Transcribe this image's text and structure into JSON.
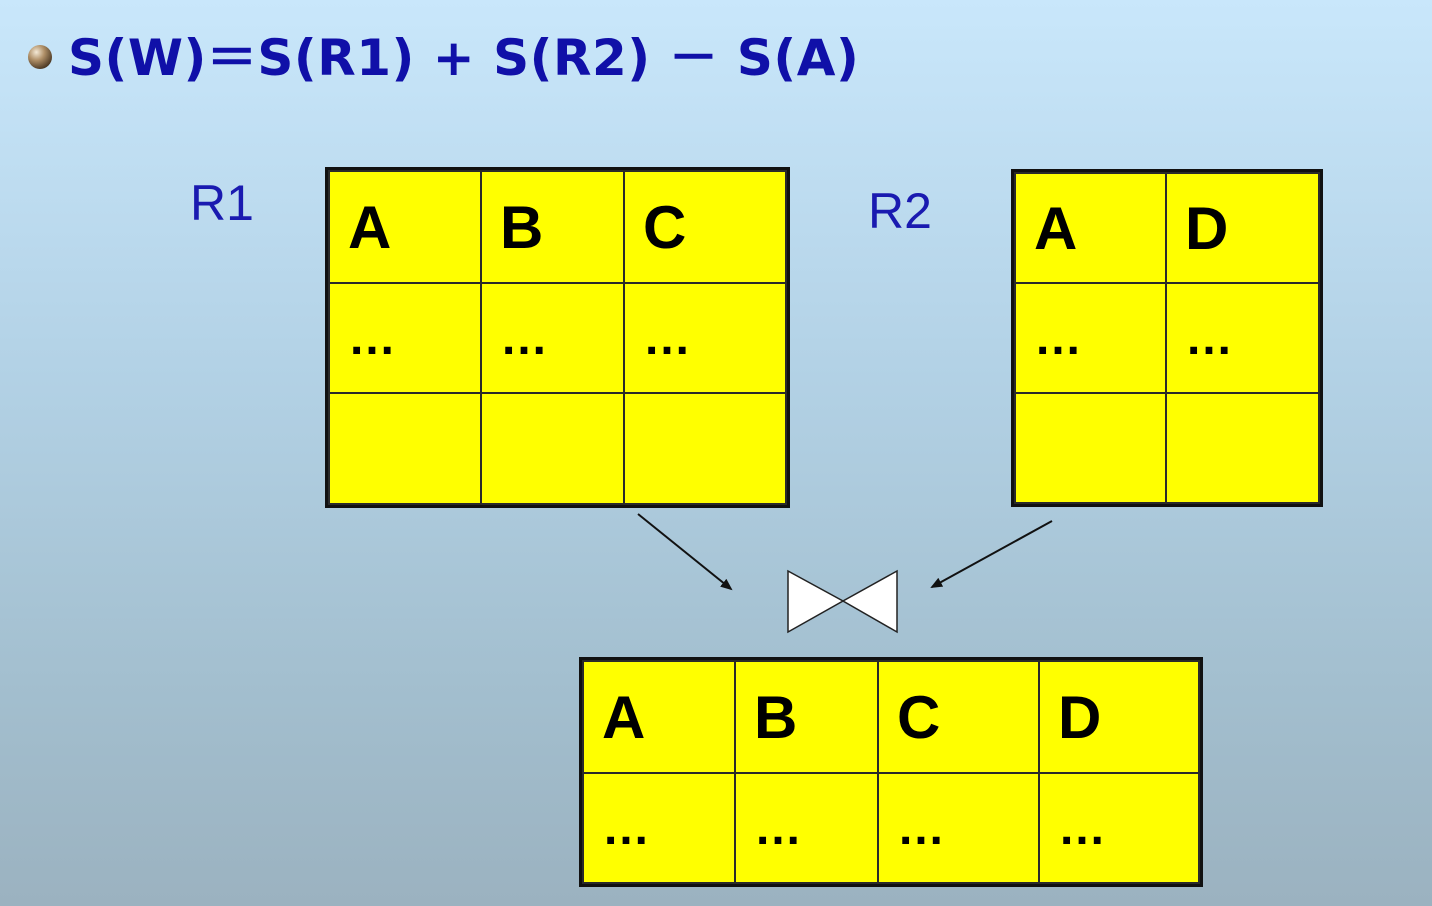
{
  "formula": "S(W)＝S(R1) + S(R2) － S(A)",
  "r1": {
    "label": "R1",
    "columns": [
      "A",
      "B",
      "C"
    ],
    "rows": [
      [
        "…",
        "…",
        "…"
      ],
      [
        "",
        "",
        ""
      ]
    ]
  },
  "r2": {
    "label": "R2",
    "columns": [
      "A",
      "D"
    ],
    "rows": [
      [
        "…",
        "…"
      ],
      [
        "",
        ""
      ]
    ]
  },
  "join_symbol_icon": "natural-join-bowtie-icon",
  "result": {
    "columns": [
      "A",
      "B",
      "C",
      "D"
    ],
    "rows": [
      [
        "…",
        "…",
        "…",
        "…"
      ]
    ]
  },
  "colors": {
    "table_fill": "#ffff00",
    "text_blue": "#1010a8",
    "border": "#111111"
  }
}
